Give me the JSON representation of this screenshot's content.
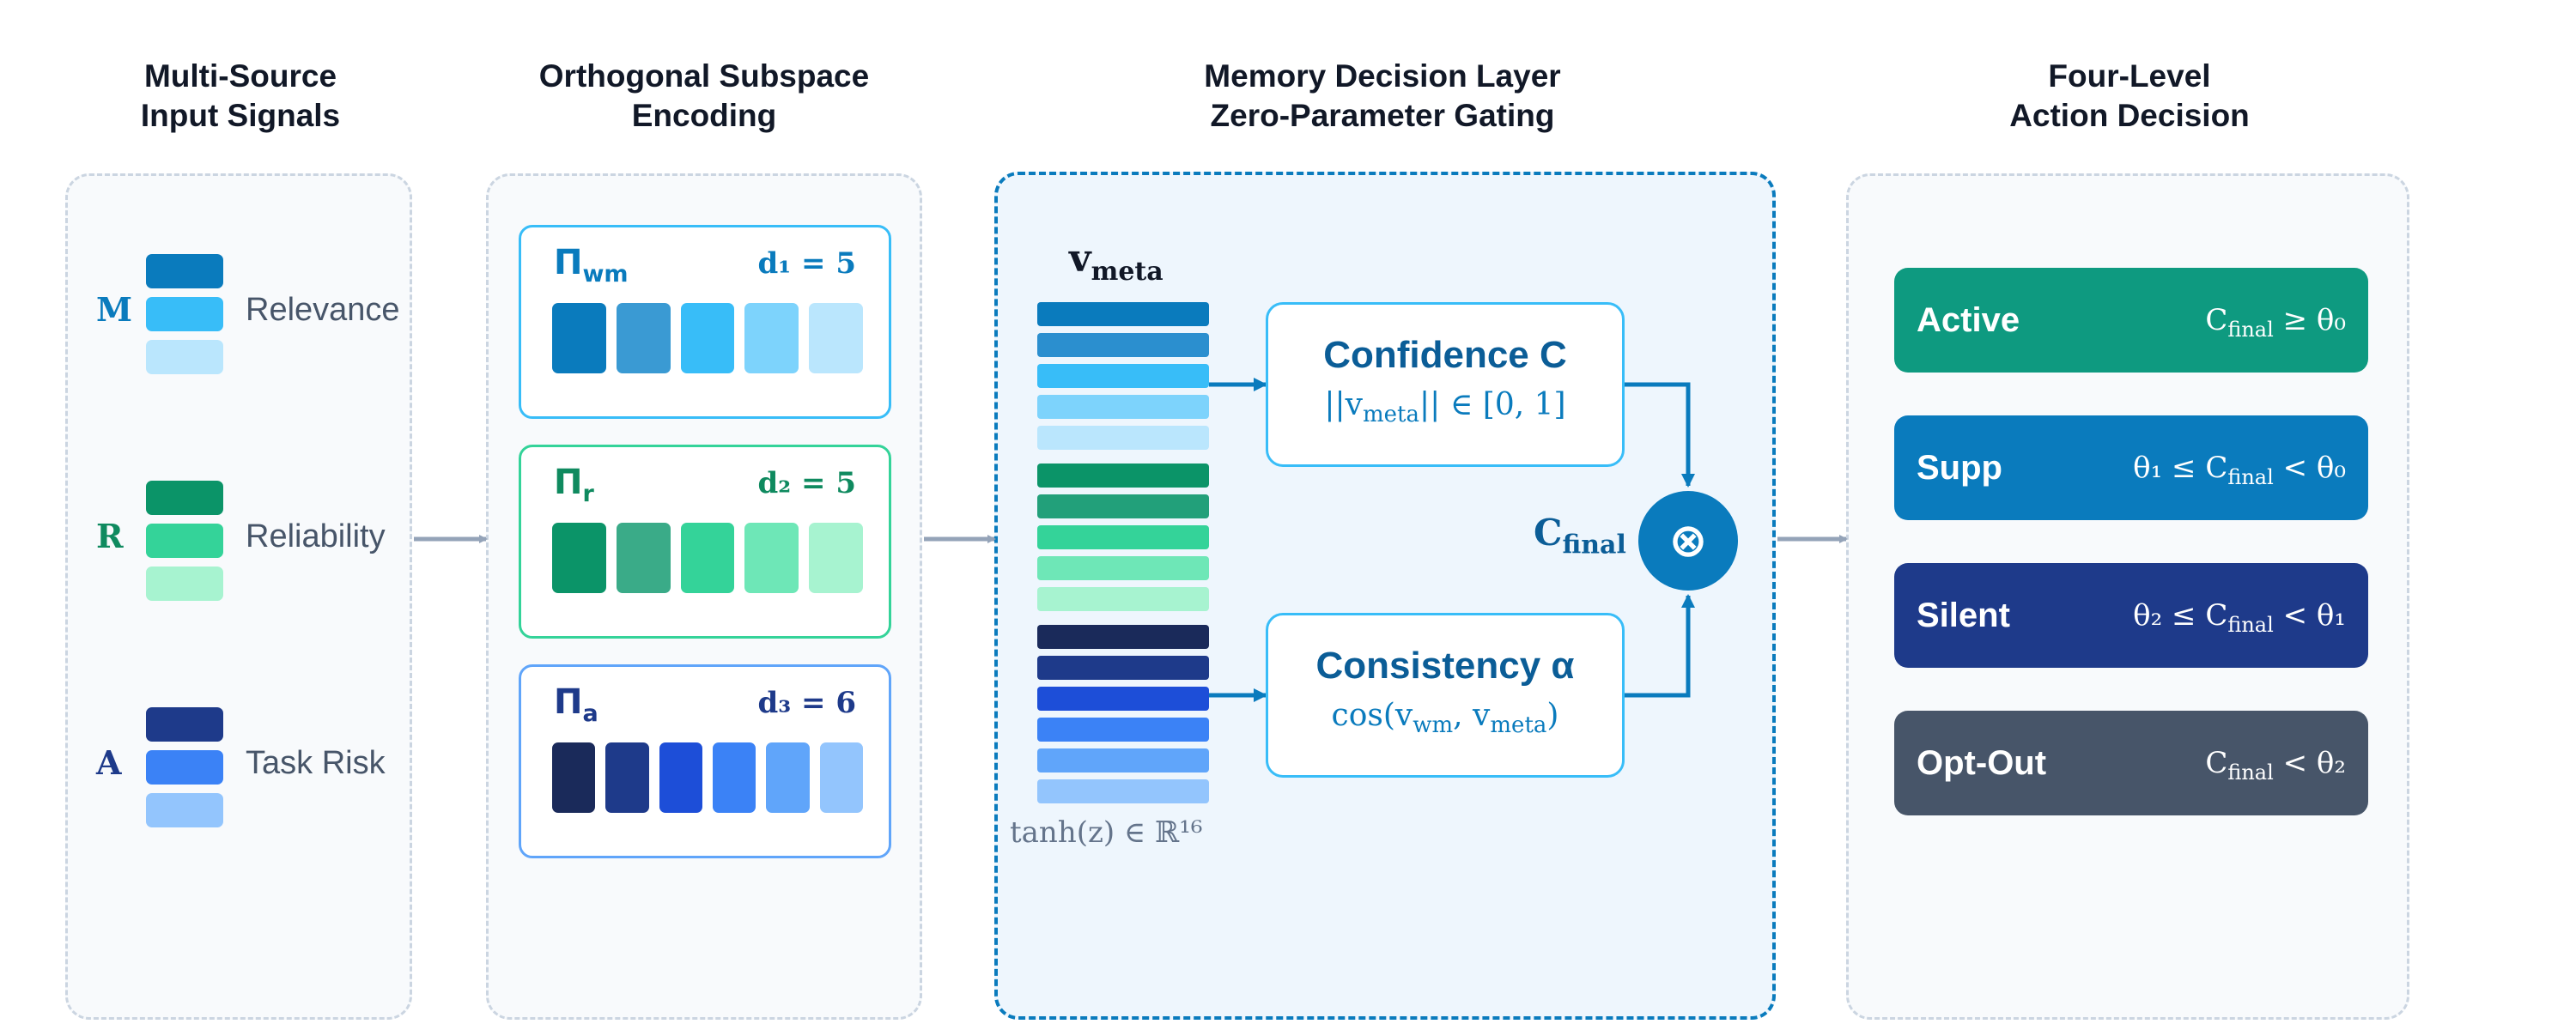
{
  "columns": {
    "inputs": {
      "title_line1": "Multi-Source",
      "title_line2": "Input Signals"
    },
    "encoding": {
      "title_line1": "Orthogonal Subspace",
      "title_line2": "Encoding"
    },
    "memory": {
      "title_line1": "Memory Decision Layer",
      "title_line2": "Zero-Parameter Gating"
    },
    "actions": {
      "title_line1": "Four-Level",
      "title_line2": "Action Decision"
    }
  },
  "signals": [
    {
      "letter": "M",
      "label": "Relevance",
      "color": "#0a7bbd",
      "blocks": [
        "#0a7bbd",
        "#38bdf8",
        "#bae6fd"
      ]
    },
    {
      "letter": "R",
      "label": "Reliability",
      "color": "#0f8a5f",
      "blocks": [
        "#0b9468",
        "#34d399",
        "#a7f3d0"
      ]
    },
    {
      "letter": "A",
      "label": "Task Risk",
      "color": "#1e3a8a",
      "blocks": [
        "#1e3a8a",
        "#3b82f6",
        "#93c5fd"
      ]
    }
  ],
  "encodings": [
    {
      "pi": "Π",
      "sub": "wm",
      "dim": "d₁ = 5",
      "color": "#0a7bbd",
      "border": "#38bdf8",
      "bars": [
        "#0a7bbd",
        "#3a9ad3",
        "#38bdf8",
        "#7dd3fc",
        "#bae6fd"
      ]
    },
    {
      "pi": "Π",
      "sub": "r",
      "dim": "d₂ = 5",
      "color": "#0f8a5f",
      "border": "#34d399",
      "bars": [
        "#0b9468",
        "#3aab88",
        "#34d399",
        "#6ee7b7",
        "#a7f3d0"
      ]
    },
    {
      "pi": "Π",
      "sub": "a",
      "dim": "d₃ = 6",
      "color": "#1e3a8a",
      "border": "#60a5fa",
      "bars": [
        "#1a2a5a",
        "#1e3a8a",
        "#1d4ed8",
        "#3b82f6",
        "#60a5fa",
        "#93c5fd"
      ]
    }
  ],
  "vmeta": {
    "label": "v",
    "sub": "meta",
    "footer": "tanh(z) ∈ ℝ¹⁶",
    "strips": [
      "#0a7bbd",
      "#2b8fcf",
      "#38bdf8",
      "#7dd3fc",
      "#bae6fd",
      "#0b9468",
      "#22a07a",
      "#34d399",
      "#6ee7b7",
      "#a7f3d0",
      "#1a2a5a",
      "#1e3a8a",
      "#1d4ed8",
      "#3b82f6",
      "#60a5fa",
      "#93c5fd"
    ]
  },
  "confidence": {
    "title": "Confidence C",
    "formula_pre": "||v",
    "formula_sub": "meta",
    "formula_post": "|| ∈ [0, 1]"
  },
  "consistency": {
    "title": "Consistency α",
    "formula_pre": "cos(v",
    "formula_sub1": "wm",
    "formula_mid": ", v",
    "formula_sub2": "meta",
    "formula_post": ")"
  },
  "cfinal": {
    "label": "C",
    "sub": "final",
    "operator": "⊗"
  },
  "actions": [
    {
      "label": "Active",
      "color": "#0e9a80",
      "cond_pre": "C",
      "cond_sub": "final",
      "cond_post": " ≥ θ₀"
    },
    {
      "label": "Supp",
      "color": "#0a7bbd",
      "cond_pre": "θ₁ ≤ C",
      "cond_sub": "final",
      "cond_post": " < θ₀"
    },
    {
      "label": "Silent",
      "color": "#1e3a8a",
      "cond_pre": "θ₂ ≤ C",
      "cond_sub": "final",
      "cond_post": " < θ₁"
    },
    {
      "label": "Opt-Out",
      "color": "#475569",
      "cond_pre": "C",
      "cond_sub": "final",
      "cond_post": " < θ₂"
    }
  ]
}
